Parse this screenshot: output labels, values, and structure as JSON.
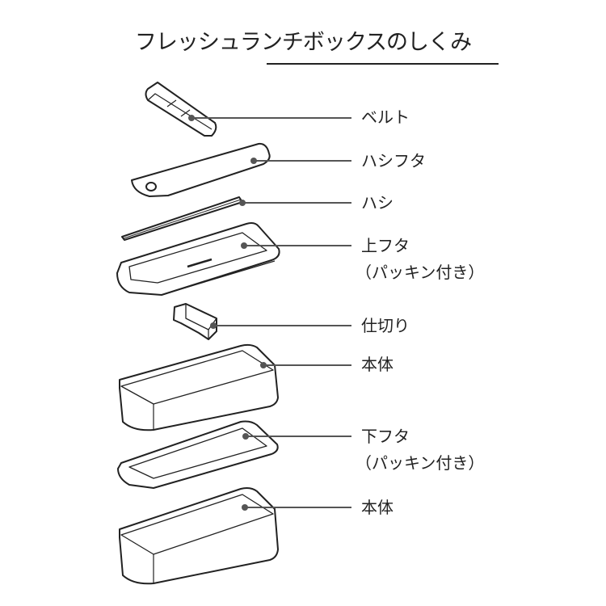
{
  "title": "フレッシュランチボックスのしくみ",
  "parts": [
    {
      "name": "ベルト"
    },
    {
      "name": "ハシフタ"
    },
    {
      "name": "ハシ"
    },
    {
      "name": "上フタ",
      "note": "（パッキン付き）"
    },
    {
      "name": "仕切り"
    },
    {
      "name": "本体"
    },
    {
      "name": "下フタ",
      "note": "（パッキン付き）"
    },
    {
      "name": "本体"
    }
  ],
  "colors": {
    "line": "#222222",
    "leader": "#555555",
    "dot": "#555555"
  }
}
